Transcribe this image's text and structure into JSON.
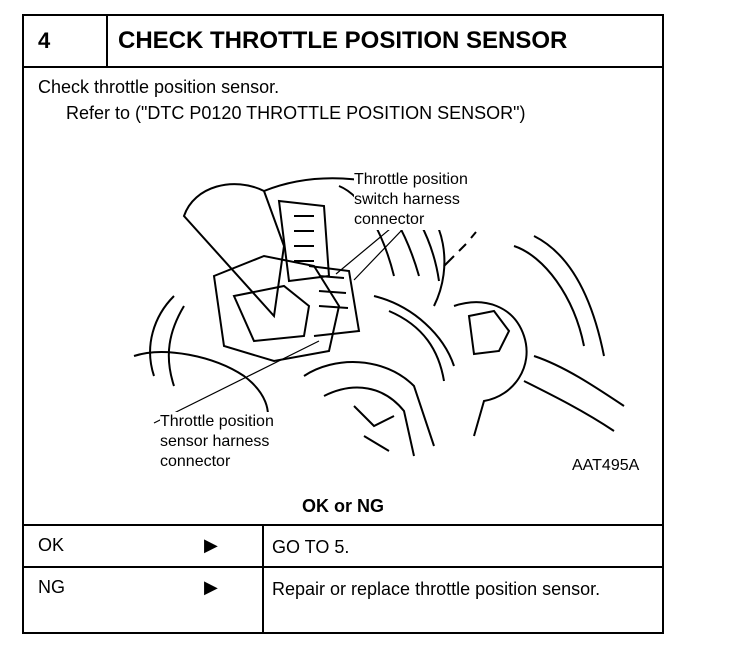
{
  "step": {
    "number": "4",
    "title": "CHECK THROTTLE POSITION SENSOR"
  },
  "instructions": {
    "line1": "Check throttle position sensor.",
    "line2": "Refer to  (\"DTC P0120 THROTTLE POSITION SENSOR\")"
  },
  "figure": {
    "label_top": [
      "Throttle position",
      "switch harness",
      "connector"
    ],
    "label_bottom": [
      "Throttle position",
      "sensor harness",
      "connector"
    ],
    "code": "AAT495A"
  },
  "result_heading": "OK or NG",
  "results": [
    {
      "result": "OK",
      "action": "GO TO 5."
    },
    {
      "result": "NG",
      "action": "Repair or replace throttle position sensor."
    }
  ]
}
